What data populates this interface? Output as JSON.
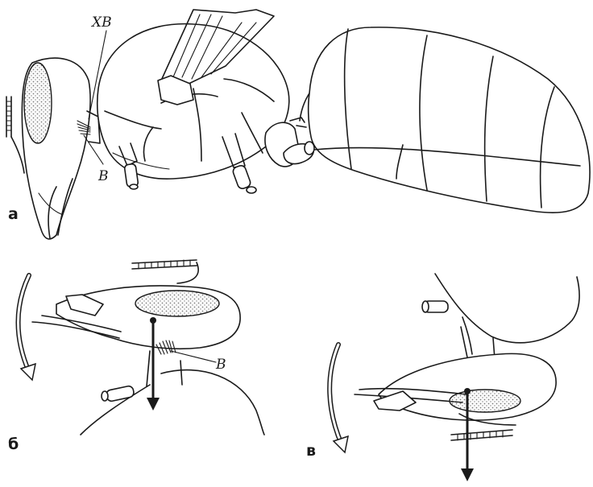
{
  "labels": {
    "panel_a": "а",
    "panel_b": "б",
    "panel_v": "в",
    "part_xv": "XB",
    "part_v_a": "B",
    "part_v_b": "B"
  },
  "colors": {
    "ink": "#1a1a1a",
    "paper": "#ffffff",
    "stipple": "#7a7a7a"
  }
}
